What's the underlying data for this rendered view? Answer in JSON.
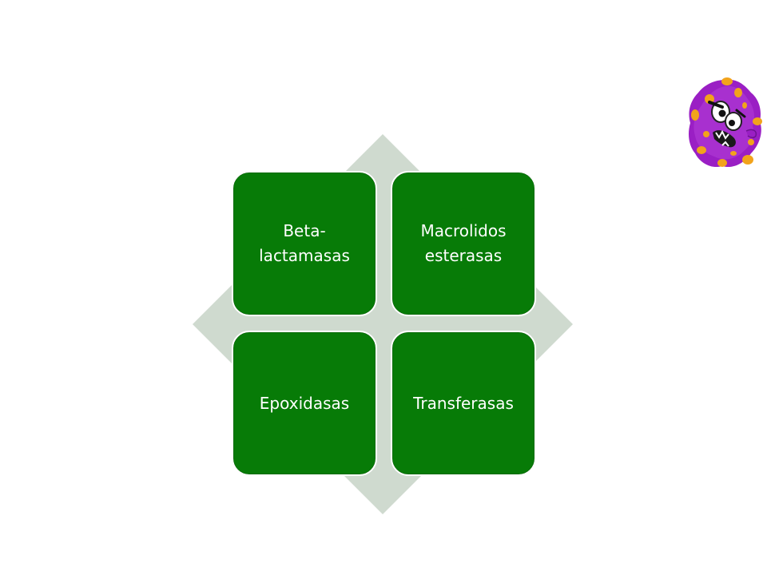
{
  "diagram": {
    "items": [
      {
        "id": "tl",
        "label": "Beta-\nlactamasas"
      },
      {
        "id": "tr",
        "label": "Macrolidos\nesterasas"
      },
      {
        "id": "bl",
        "label": "Epoxidasas"
      },
      {
        "id": "br",
        "label": "Transferasas"
      }
    ]
  },
  "colors": {
    "box_fill": "#077b07",
    "box_border": "#ffffff",
    "diamond_fill": "#cfdacf",
    "germ_body": "#9a1fc4",
    "germ_spots": "#f2a31b"
  },
  "icons": {
    "decoration": "purple-germ-monster-icon"
  }
}
